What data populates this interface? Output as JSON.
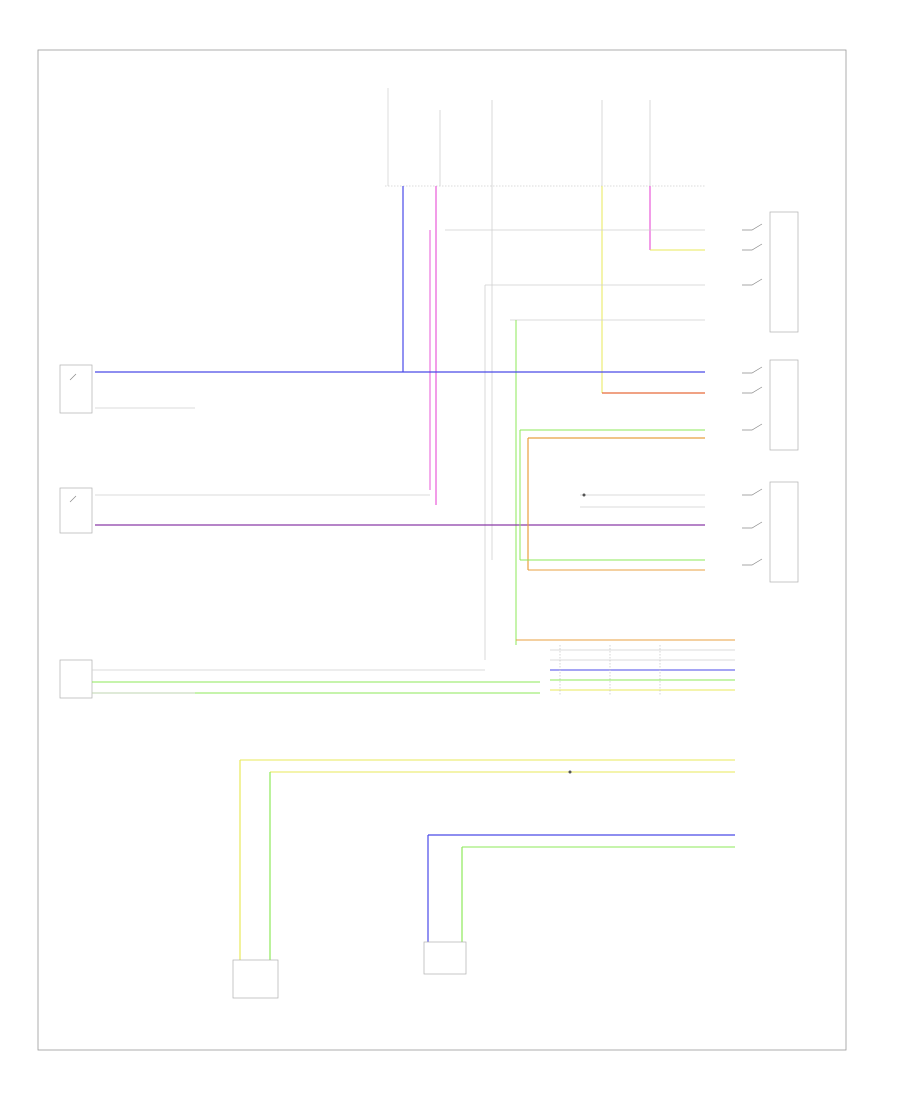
{
  "diagram": {
    "footer_code": "",
    "fuse_block": {
      "label": "",
      "fuses": [
        "",
        "",
        "",
        ""
      ]
    },
    "components": {
      "cruise_switch_right": {
        "label": ""
      },
      "cruise_switch_left": {
        "label": ""
      },
      "deactivator_switch": {
        "label": ""
      },
      "brake_pedal_sensor": {
        "label": ""
      },
      "pcm": {
        "label": ""
      },
      "clutch_switch": {
        "label": ""
      },
      "abs_module": {
        "label": ""
      },
      "steering_switches": {
        "label": ""
      }
    },
    "wires": [
      {
        "id": "w-blue",
        "color": "#4a4ae8",
        "label": ""
      },
      {
        "id": "w-pink",
        "color": "#e85ad8",
        "label": ""
      },
      {
        "id": "w-red",
        "color": "#e86a3a",
        "label": ""
      },
      {
        "id": "w-orange",
        "color": "#e8a040",
        "label": ""
      },
      {
        "id": "w-green",
        "color": "#8ee85a",
        "label": ""
      },
      {
        "id": "w-yellow",
        "color": "#e8e85a",
        "label": ""
      },
      {
        "id": "w-purple",
        "color": "#8a3aa8",
        "label": ""
      }
    ]
  }
}
